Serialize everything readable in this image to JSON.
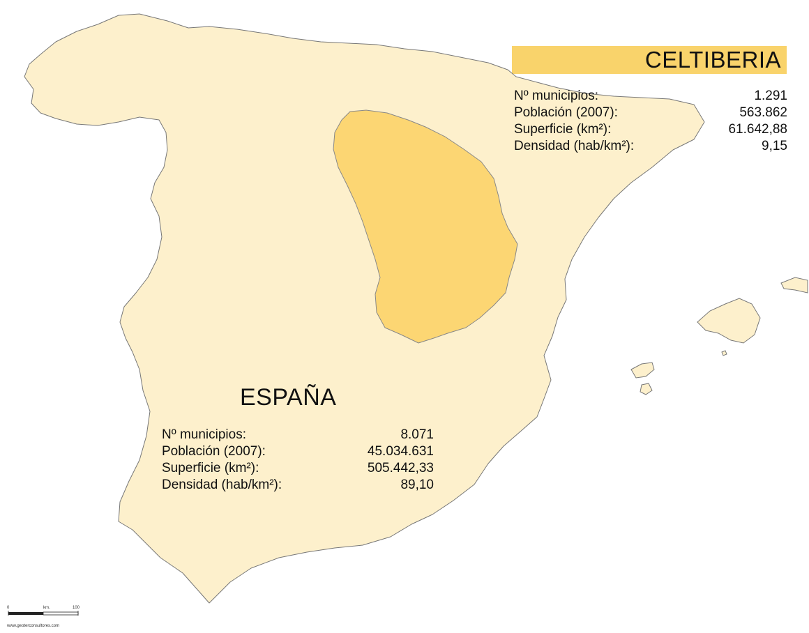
{
  "colors": {
    "spain_fill": "#fdf0cc",
    "celtiberia_fill": "#fcd673",
    "title_bar": "#f9d36b",
    "coast_stroke": "#777777",
    "background": "#ffffff"
  },
  "celtiberia": {
    "title": "CELTIBERIA",
    "rows": [
      {
        "label": "Nº municipios:",
        "value": "1.291"
      },
      {
        "label": "Población (2007):",
        "value": "563.862"
      },
      {
        "label": "Superficie (km²):",
        "value": "61.642,88"
      },
      {
        "label": "Densidad (hab/km²):",
        "value": "9,15"
      }
    ]
  },
  "espana": {
    "title": "ESPAÑA",
    "rows": [
      {
        "label": "Nº municipios:",
        "value": "8.071"
      },
      {
        "label": "Población (2007):",
        "value": "45.034.631"
      },
      {
        "label": "Superficie (km²):",
        "value": "505.442,33"
      },
      {
        "label": "Densidad (hab/km²):",
        "value": "89,10"
      }
    ]
  },
  "scale": {
    "start_label": "0",
    "unit_label": "km.",
    "end_label": "100",
    "credit": "www.geoterconsultores.com"
  }
}
